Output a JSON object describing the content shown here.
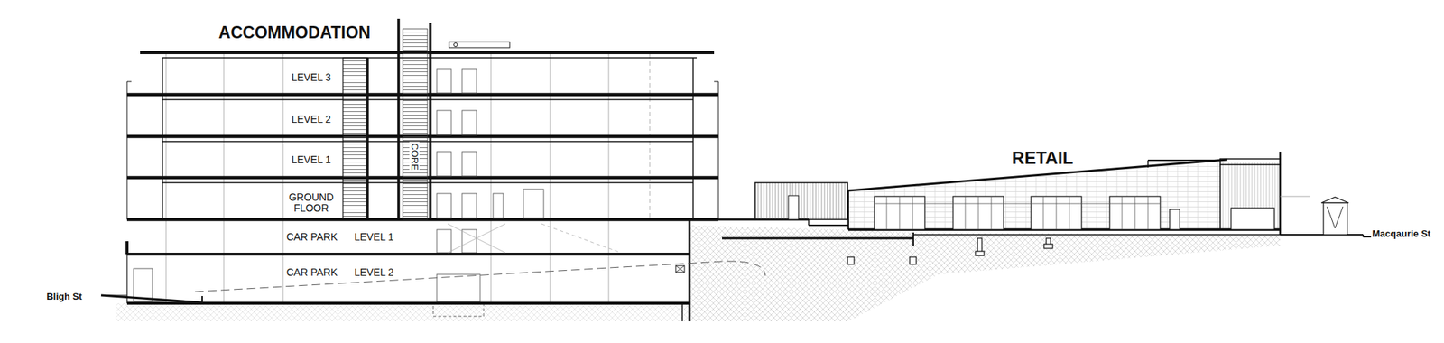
{
  "diagram": {
    "labels": [
      "ACCOMMODATION",
      "LEVEL 3",
      "LEVEL 2",
      "LEVEL 1",
      "GROUND FLOOR",
      "CORE",
      "CAR PARK",
      "LEVEL 1",
      "CAR PARK",
      "LEVEL 2",
      "RETAIL",
      "Bligh St",
      "Macqaurie St"
    ]
  }
}
